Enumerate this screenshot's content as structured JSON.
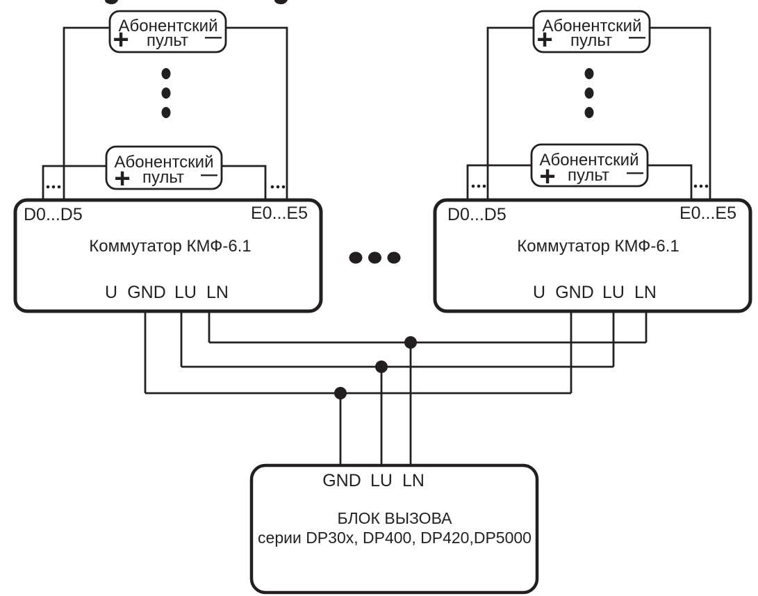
{
  "colors": {
    "ink": "#231f20",
    "background": "#ffffff"
  },
  "subscriber_panel": {
    "name_line1": "Абонентский",
    "name_line2": "пульт",
    "plus_symbol": "+",
    "minus_symbol": "—"
  },
  "switch_unit": {
    "title": "Коммутатор КМФ-6.1",
    "d_bus_label": "D0...D5",
    "e_bus_label": "E0...E5",
    "terminals": [
      "U",
      "GND",
      "LU",
      "LN"
    ]
  },
  "call_block": {
    "terminals": [
      "GND",
      "LU",
      "LN"
    ],
    "title": "БЛОК ВЫЗОВА",
    "series_line": "серии DP30x, DP400, DP420,DP5000"
  }
}
